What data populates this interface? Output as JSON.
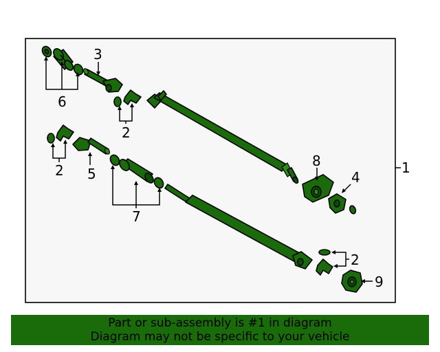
{
  "callouts": {
    "c1": "1",
    "c2a": "2",
    "c2b": "2",
    "c2c": "2",
    "c3": "3",
    "c4": "4",
    "c5": "5",
    "c6": "6",
    "c7": "7",
    "c8": "8",
    "c9": "9"
  },
  "banner": {
    "line1": "Part or sub-assembly is #1 in diagram",
    "line2": "Diagram may not be specific to your vehicle"
  },
  "colors": {
    "part_fill": "#1b6b0d",
    "banner_bg": "#1a6b0a",
    "frame_bg": "#f7f7f7"
  }
}
